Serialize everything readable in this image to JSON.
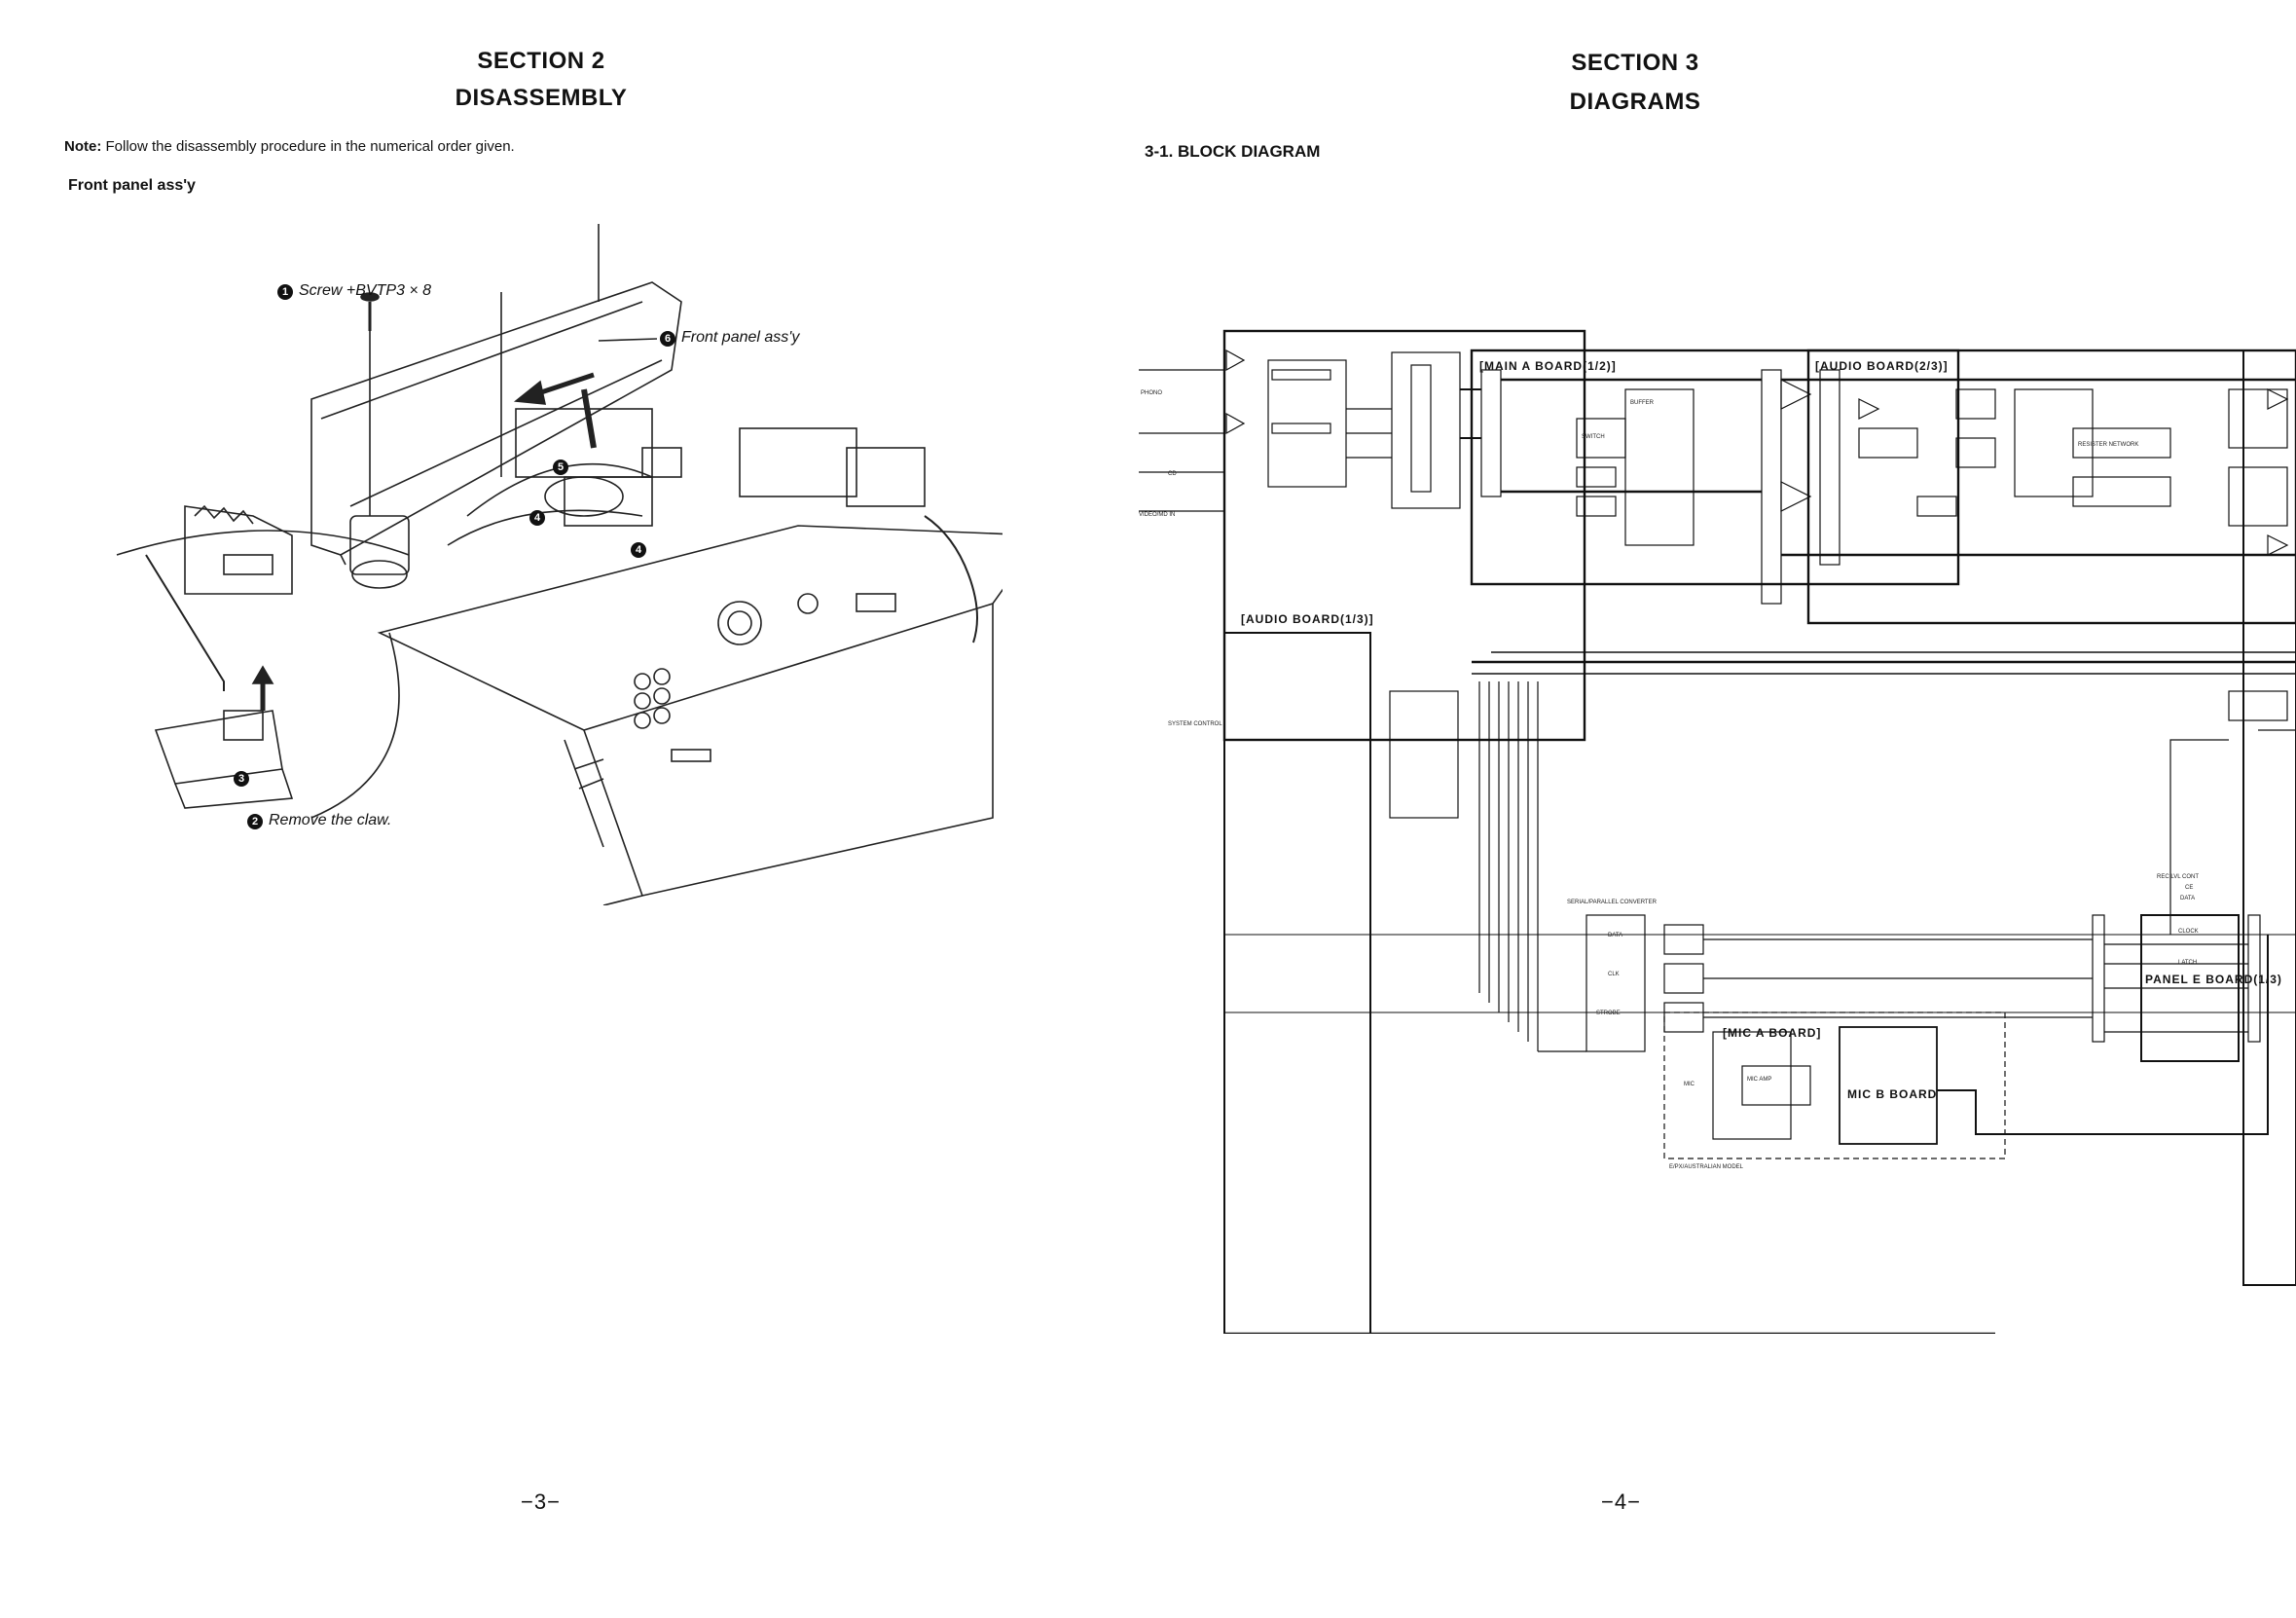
{
  "left_page": {
    "section_label": "SECTION 2",
    "section_title": "DISASSEMBLY",
    "note_label": "Note:",
    "note_text": "Follow the disassembly procedure in the numerical order given.",
    "subtitle": "Front panel ass'y",
    "callouts": {
      "c1_num": "1",
      "c1_text": "Screw +BVTP3 × 8",
      "c2_num": "2",
      "c2_text": "Remove the claw.",
      "c3_num": "3",
      "c4a_num": "4",
      "c4b_num": "4",
      "c5_num": "5",
      "c6_num": "6",
      "c6_text": "Front panel ass'y"
    },
    "page_number": "−3−"
  },
  "right_page": {
    "section_label": "SECTION 3",
    "section_title": "DIAGRAMS",
    "block_title": "3-1.  BLOCK DIAGRAM",
    "boards": {
      "main_a": "[MAIN A BOARD(1/2)]",
      "audio_2_3": "[AUDIO BOARD(2/3)]",
      "audio_1_3": "[AUDIO BOARD(1/3)]",
      "mic_a": "[MIC A BOARD]",
      "mic_b": "MIC B BOARD",
      "panel_e": "PANEL E BOARD(1/3)"
    },
    "inputs": {
      "phono": "PHONO",
      "cd": "CD",
      "video": "VIDEO/MD IN",
      "system_control": "SYSTEM CONTROL",
      "mic": "MIC"
    },
    "signals": {
      "data": "DATA",
      "clk": "CLK",
      "strobe": "STROBE",
      "rec_lvl": "REC LVL CONT",
      "ce": "CE",
      "data2": "DATA",
      "clock": "CLOCK",
      "latch": "LATCH"
    },
    "components": {
      "switch": "SWITCH",
      "resistor_network": "RESISTER NETWORK",
      "buffer": "BUFFER",
      "mic_amp": "MIC AMP",
      "sp_converter": "SERIAL/PARALLEL CONVERTER",
      "model_note": "E/PX/AUSTRALIAN MODEL"
    },
    "page_number": "−4−"
  }
}
